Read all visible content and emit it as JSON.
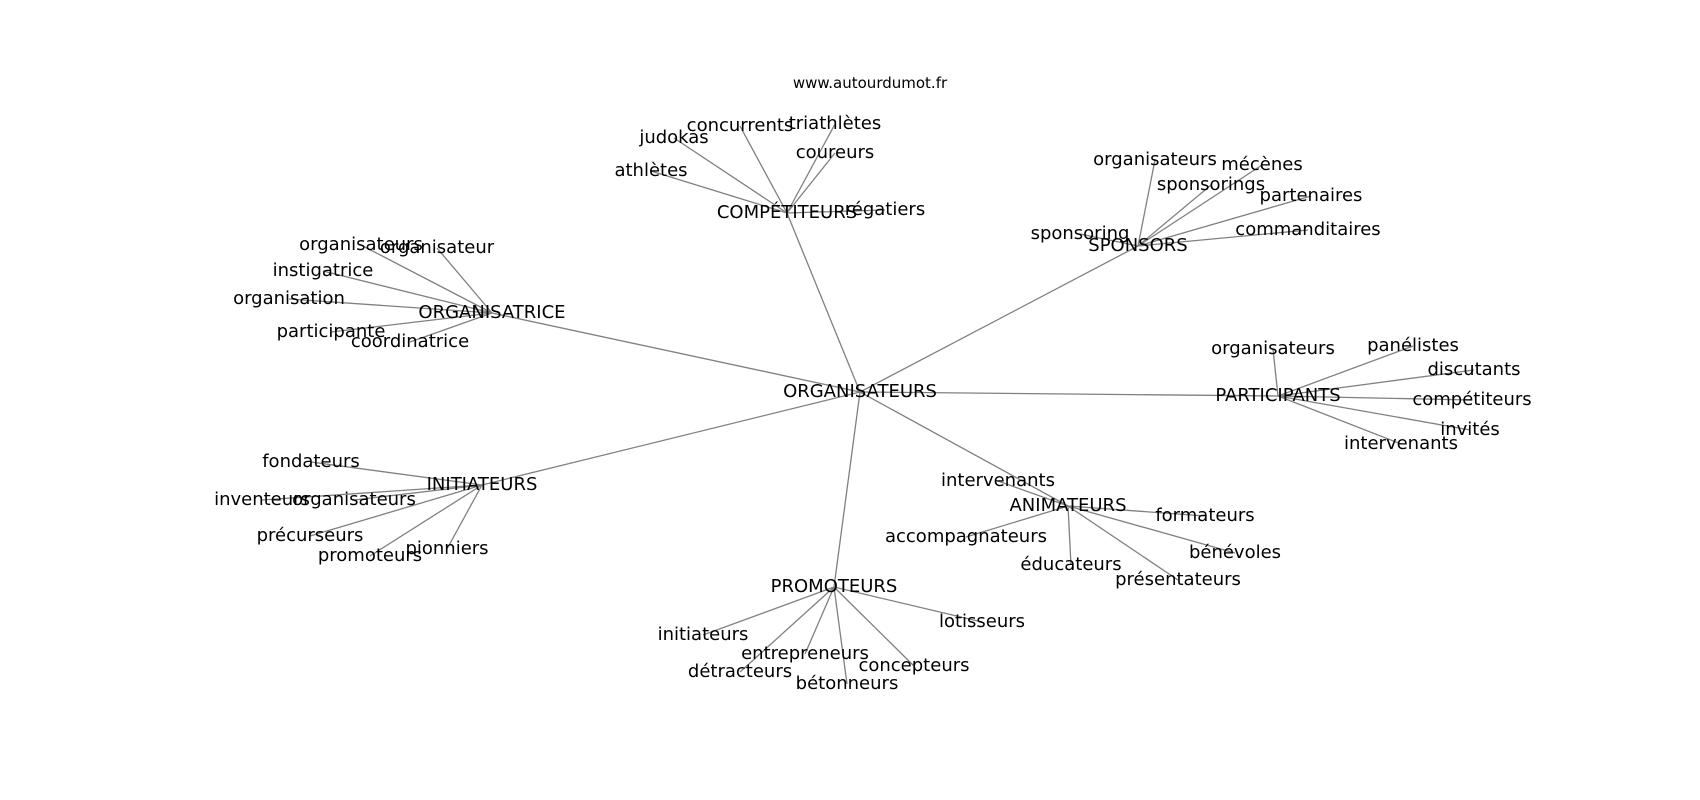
{
  "credit": "www.autourdumot.fr",
  "center": "ORGANISATEURS",
  "groups": [
    {
      "hub": "COMPÉTITEURS",
      "leaves": [
        "concurrents",
        "triathlètes",
        "judokas",
        "coureurs",
        "athlètes",
        "régatiers"
      ]
    },
    {
      "hub": "SPONSORS",
      "leaves": [
        "organisateurs",
        "mécènes",
        "sponsorings",
        "partenaires",
        "sponsoring",
        "commanditaires"
      ]
    },
    {
      "hub": "ORGANISATRICE",
      "leaves": [
        "organisateurs",
        "organisateur",
        "instigatrice",
        "organisation",
        "participante",
        "coordinatrice"
      ]
    },
    {
      "hub": "PARTICIPANTS",
      "leaves": [
        "organisateurs",
        "panélistes",
        "discutants",
        "compétiteurs",
        "invités",
        "intervenants"
      ]
    },
    {
      "hub": "INITIATEURS",
      "leaves": [
        "fondateurs",
        "inventeurs",
        "organisateurs",
        "précurseurs",
        "pionniers",
        "promoteurs"
      ]
    },
    {
      "hub": "ANIMATEURS",
      "leaves": [
        "intervenants",
        "formateurs",
        "accompagnateurs",
        "bénévoles",
        "éducateurs",
        "présentateurs"
      ]
    },
    {
      "hub": "PROMOTEURS",
      "leaves": [
        "lotisseurs",
        "initiateurs",
        "entrepreneurs",
        "concepteurs",
        "détracteurs",
        "bétonneurs"
      ]
    }
  ]
}
